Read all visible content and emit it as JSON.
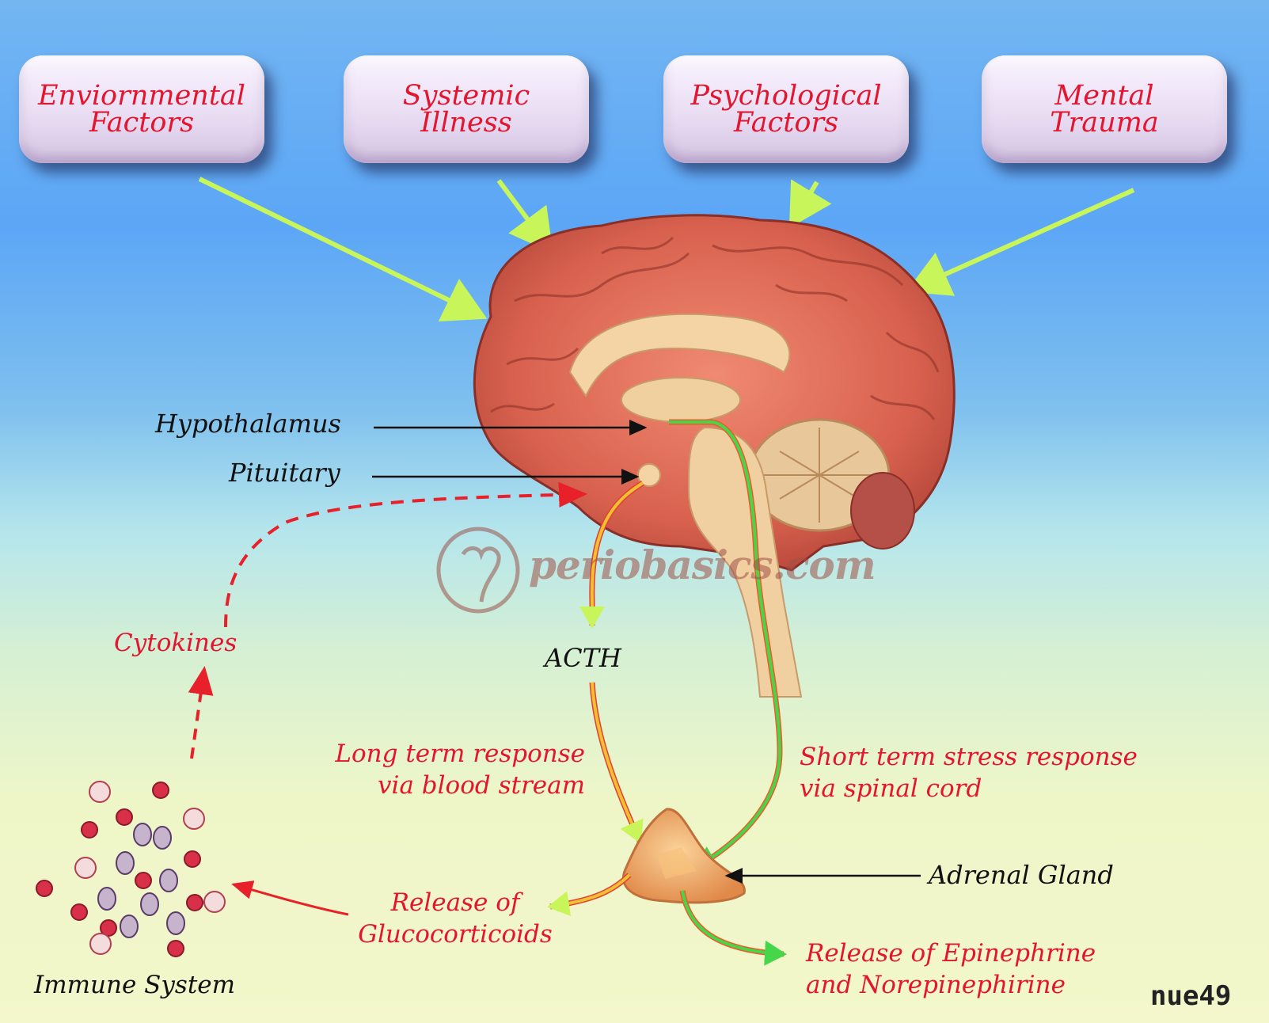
{
  "factors": [
    {
      "label": "Enviornmental\nFactors"
    },
    {
      "label": "Systemic\nIllness"
    },
    {
      "label": "Psychological\nFactors"
    },
    {
      "label": "Mental\nTrauma"
    }
  ],
  "labels": {
    "hypothalamus": "Hypothalamus",
    "pituitary": "Pituitary",
    "acth": "ACTH",
    "cytokines": "Cytokines",
    "long_term": "Long term response\nvia blood stream",
    "short_term": "Short term stress response\nvia spinal cord",
    "adrenal": "Adrenal Gland",
    "glucocorticoids": "Release of\nGlucocorticoids",
    "epinephrine": "Release of Epinephrine\nand Norepinephirine",
    "immune": "Immune System"
  },
  "watermark": "periobasics.com",
  "signature": "nue49",
  "colors": {
    "factor_text": "#e3152f",
    "input_arrow": "#c8f55a",
    "neural_path": "#46d64a",
    "hormone_path": "#f0b030",
    "cytokine_arrow": "#e8202a"
  }
}
